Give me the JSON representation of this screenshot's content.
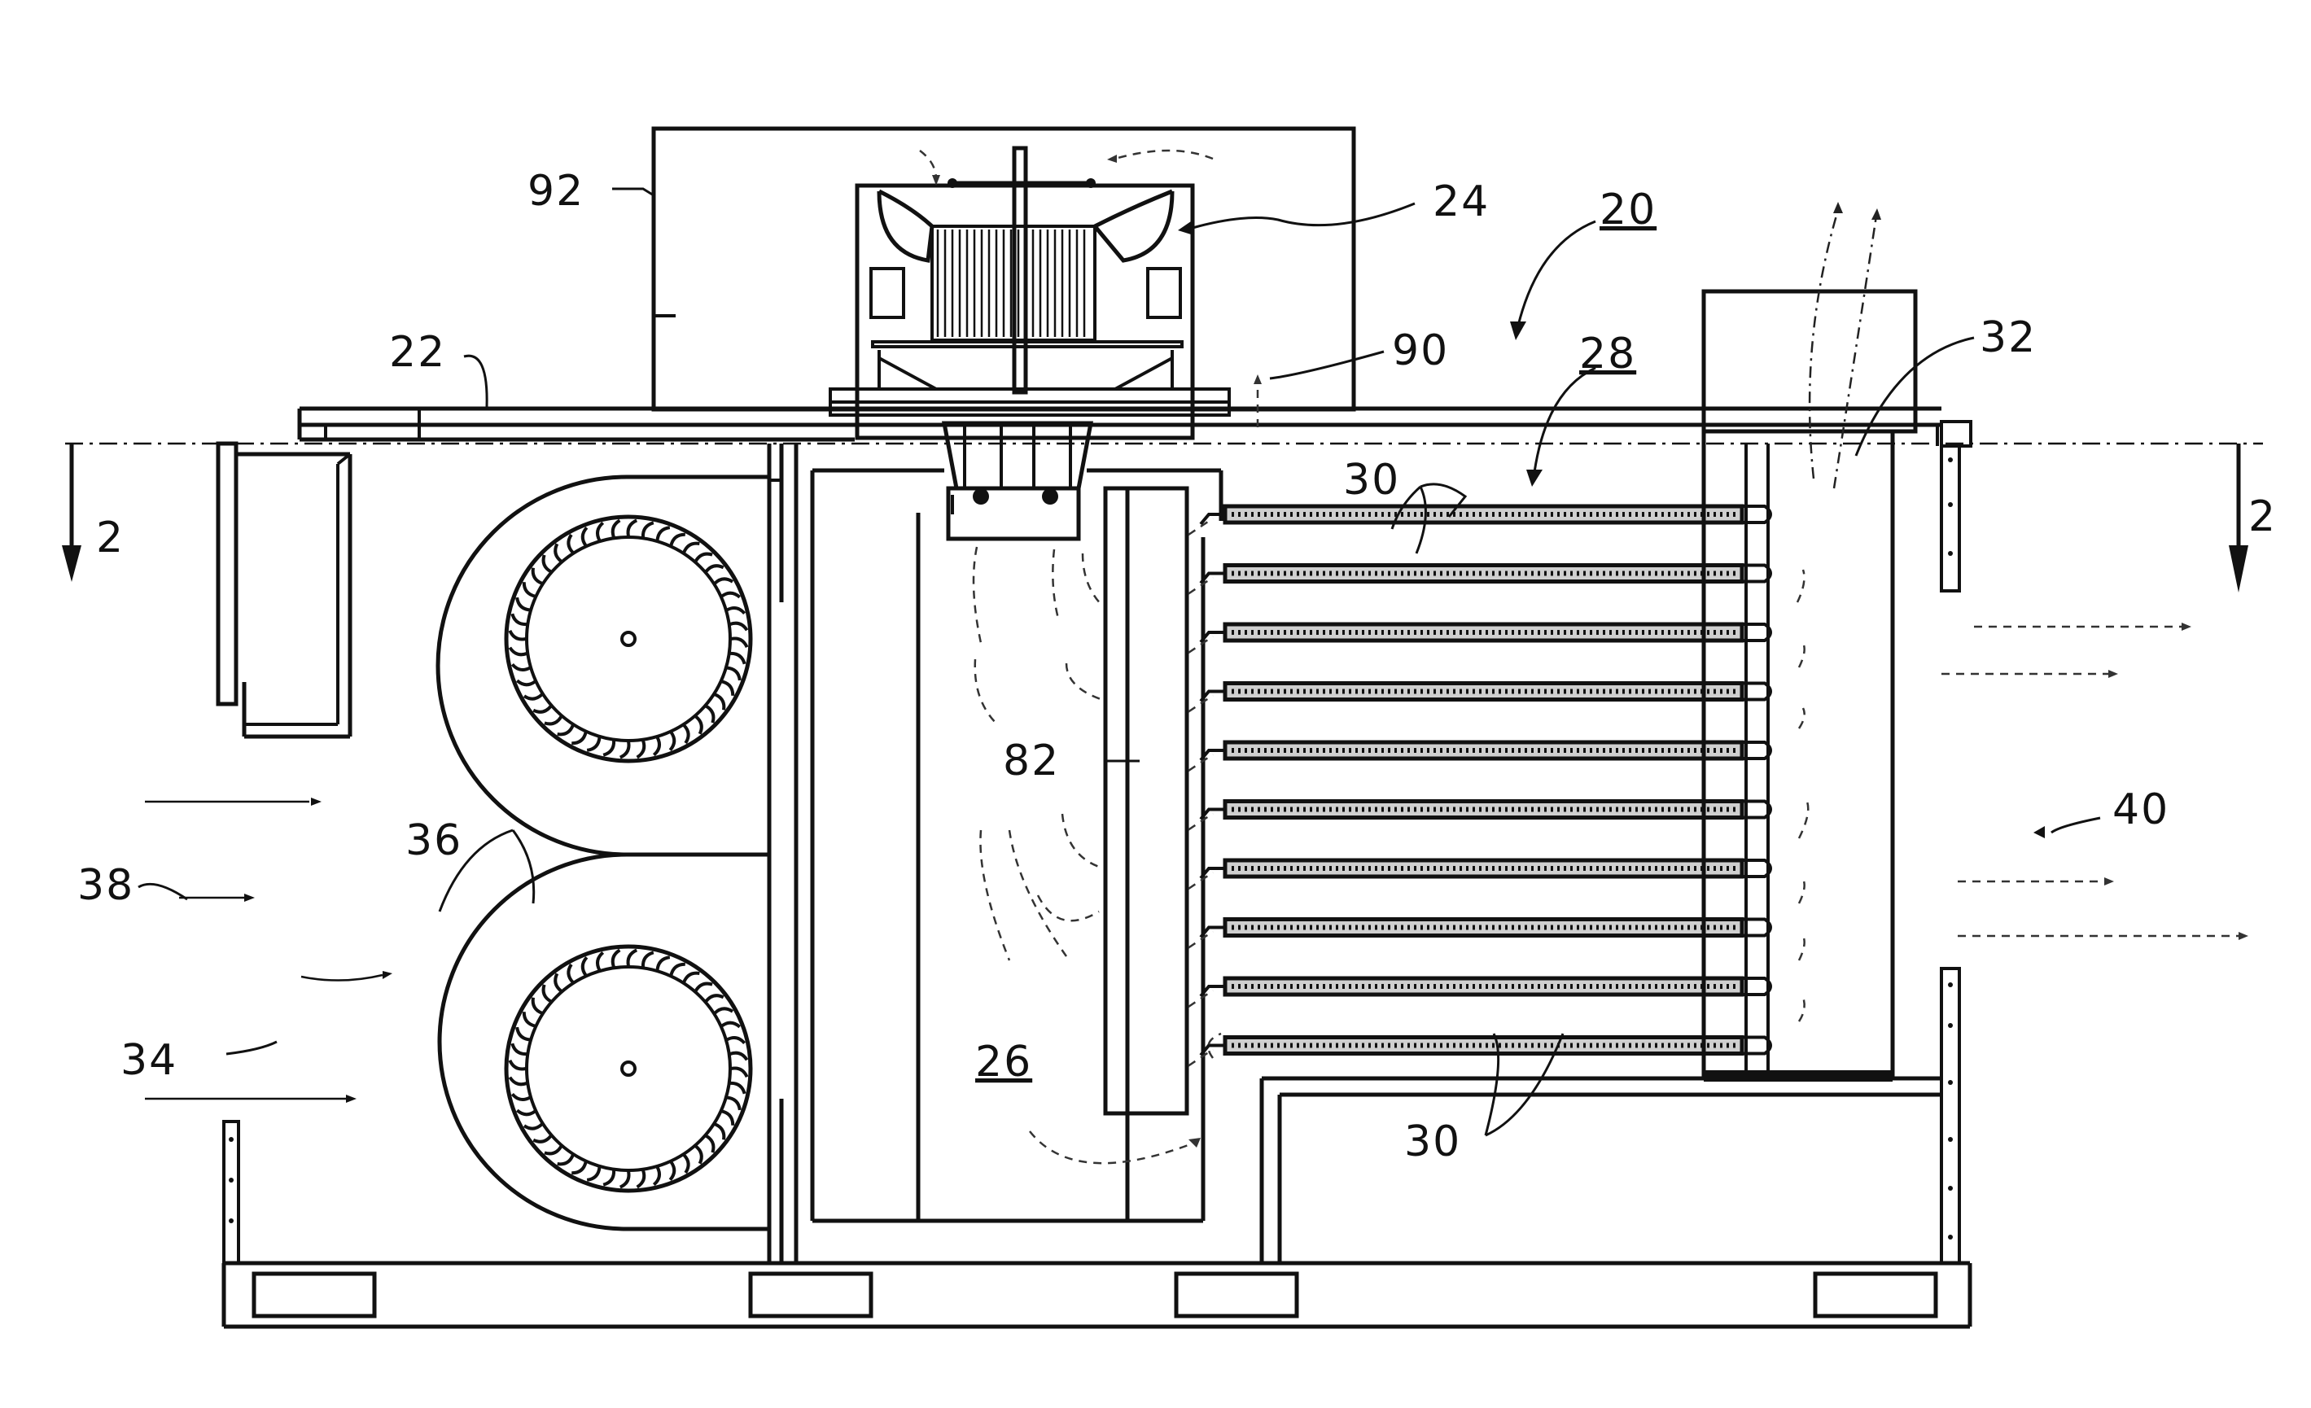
{
  "colors": {
    "line": "#111111",
    "background": "#ffffff",
    "tube_fill": "#cfcfcf"
  },
  "labels": {
    "ref_92": "92",
    "ref_24": "24",
    "ref_20": "20",
    "ref_22": "22",
    "ref_90": "90",
    "ref_28": "28",
    "ref_32": "32",
    "ref_30_top": "30",
    "ref_30_bottom": "30",
    "ref_2_left": "2",
    "ref_2_right": "2",
    "ref_82": "82",
    "ref_40": "40",
    "ref_36": "36",
    "ref_38": "38",
    "ref_34": "34",
    "ref_26": "26"
  }
}
